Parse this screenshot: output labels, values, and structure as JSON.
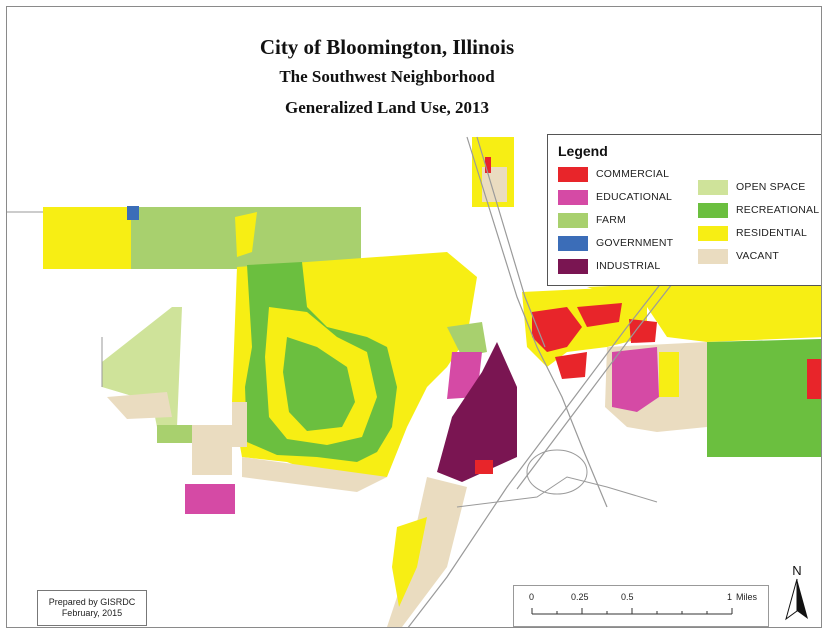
{
  "title": {
    "line1": "City of Bloomington, Illinois",
    "line2": "The Southwest Neighborhood",
    "line3": "Generalized Land Use, 2013"
  },
  "legend": {
    "title": "Legend",
    "items": [
      {
        "label": "COMMERCIAL",
        "color": "#e8252a"
      },
      {
        "label": "EDUCATIONAL",
        "color": "#d54aa5"
      },
      {
        "label": "FARM",
        "color": "#a8d06e"
      },
      {
        "label": "GOVERNMENT",
        "color": "#3b6db8"
      },
      {
        "label": "INDUSTRIAL",
        "color": "#7a1552"
      },
      {
        "label": "OPEN SPACE",
        "color": "#cfe39a"
      },
      {
        "label": "RECREATIONAL",
        "color": "#6bbf3f"
      },
      {
        "label": "RESIDENTIAL",
        "color": "#f7ee14"
      },
      {
        "label": "VACANT",
        "color": "#eadcc0"
      }
    ]
  },
  "credit": {
    "line1": "Prepared by GISRDC",
    "line2": "February, 2015"
  },
  "scale_bar": {
    "ticks": [
      "0",
      "0.25",
      "0.5",
      "1"
    ],
    "unit": "Miles"
  },
  "north_arrow": {
    "label": "N"
  }
}
